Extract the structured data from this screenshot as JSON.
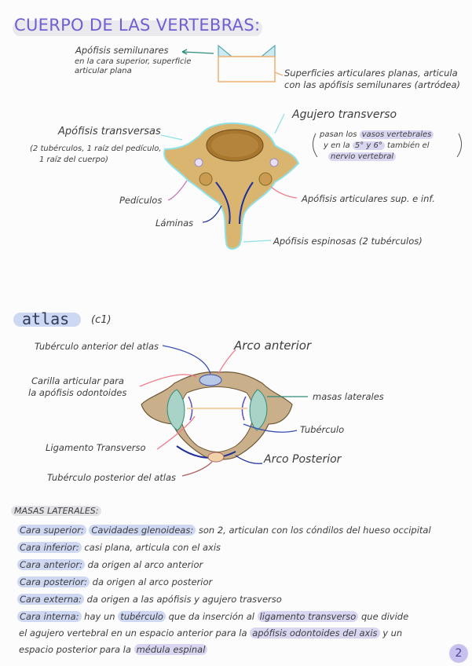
{
  "title": "CUERPO DE LAS VERTEBRAS:",
  "vertebra_labels": {
    "apofisis_semilunares": "Apófisis semilunares",
    "apofisis_semilunares_note1": "en la cara superior, superficie",
    "apofisis_semilunares_note2": "articular plana",
    "superficies_1": "Superficies articulares planas, articula",
    "superficies_2": "con las apófisis semilunares (artródea)",
    "agujero_transverso": "Agujero transverso",
    "pasan_1a": "pasan los",
    "pasan_1b": "vasos vertebrales",
    "pasan_2a": "y en la",
    "pasan_2b": "5° y 6°",
    "pasan_2c": "también el",
    "pasan_3": "nervio vertebral",
    "apofisis_transversas": "Apófisis transversas",
    "transversas_note1": "(2 tubérculos, 1 raíz del pedículo,",
    "transversas_note2": "1 raíz del cuerpo)",
    "pediculos": "Pedículos",
    "laminas": "Láminas",
    "articulares": "Apófisis articulares sup. e inf.",
    "espinosas": "Apófisis espinosas (2 tubérculos)"
  },
  "atlas": {
    "title": "atlas",
    "subtitle": "(c1)",
    "tuberculo_anterior": "Tubérculo anterior del atlas",
    "arco_anterior": "Arco anterior",
    "carilla_1": "Carilla articular para",
    "carilla_2": "la apófisis odontoides",
    "masas_laterales": "masas laterales",
    "tuberculo": "Tubérculo",
    "ligamento": "Ligamento Transverso",
    "arco_posterior": "Arco Posterior",
    "tuberculo_posterior": "Tubérculo posterior del atlas"
  },
  "masas": {
    "heading": "MASAS LATERALES:",
    "l1_label": "Cara superior:",
    "l1_hl": "Cavidades glenoideas:",
    "l1_rest": "son 2, articulan con los cóndilos del hueso occipital",
    "l2_label": "Cara inferior:",
    "l2_rest": "casi plana, articula con el axis",
    "l3_label": "Cara anterior:",
    "l3_rest": "da origen al arco anterior",
    "l4_label": "Cara posterior:",
    "l4_rest": "da origen al arco posterior",
    "l5_label": "Cara externa:",
    "l5_rest": "da origen a las apófisis y agujero trasverso",
    "l6_label": "Cara interna:",
    "l6_a": "hay un",
    "l6_hl1": "tubérculo",
    "l6_b": "que da inserción al",
    "l6_hl2": "ligamento transverso",
    "l6_c": "que divide",
    "l7_a": "el agujero vertebral en un espacio anterior para la",
    "l7_hl": "apófisis odontoides del axis",
    "l7_b": "y un",
    "l8_a": "espacio posterior para la",
    "l8_hl": "médula espinal"
  },
  "page_number": "2",
  "colors": {
    "title": "#6f5fd0",
    "bone": "#d9b570",
    "cyan_outline": "#8fe1e6",
    "arrow_blue": "#3b4fb0",
    "arrow_pink": "#f07a8c",
    "highlight_purple": "#d9d6f2"
  }
}
